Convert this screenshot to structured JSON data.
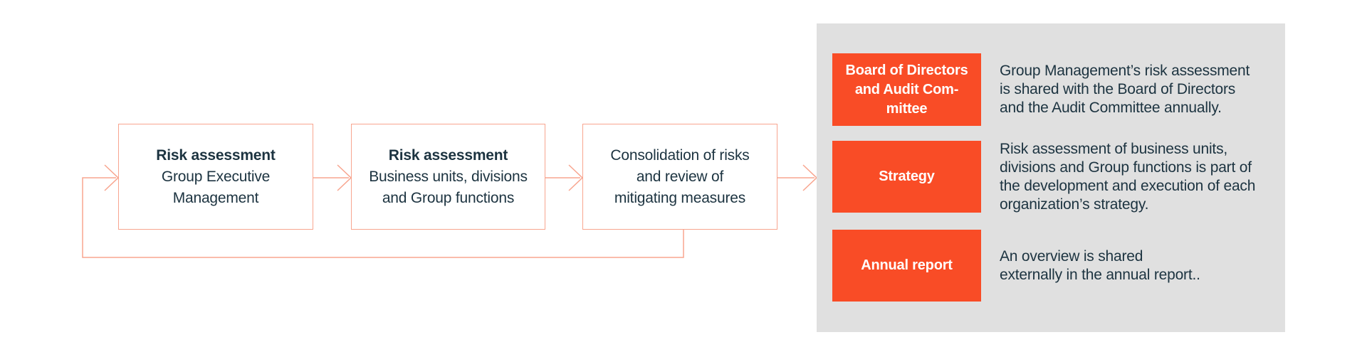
{
  "colors": {
    "orange": "#F94C26",
    "salmon": "#F8A58F",
    "panel_gray": "#E0E0E0",
    "navy": "#1C3340",
    "white": "#FFFFFF"
  },
  "flow": {
    "boxes": [
      {
        "title": "Risk assessment",
        "body": "Group Executive\nManagement"
      },
      {
        "title": "Risk assessment",
        "body": "Business units, divisions\nand Group functions"
      },
      {
        "title": "",
        "body": "Consolidation of risks\nand review of\nmitigating measures"
      }
    ]
  },
  "panel": {
    "rows": [
      {
        "label": "Board of Directors\nand Audit Com-\nmittee",
        "description": "Group Management’s risk assessment\nis shared with the Board of Directors\nand the Audit Committee annually."
      },
      {
        "label": "Strategy",
        "description": "Risk assessment of business units,\ndivisions and Group functions is part of\nthe development and execution of each\norganization’s strategy."
      },
      {
        "label": "Annual report",
        "description": "An overview is shared\nexternally in the annual report.."
      }
    ]
  }
}
